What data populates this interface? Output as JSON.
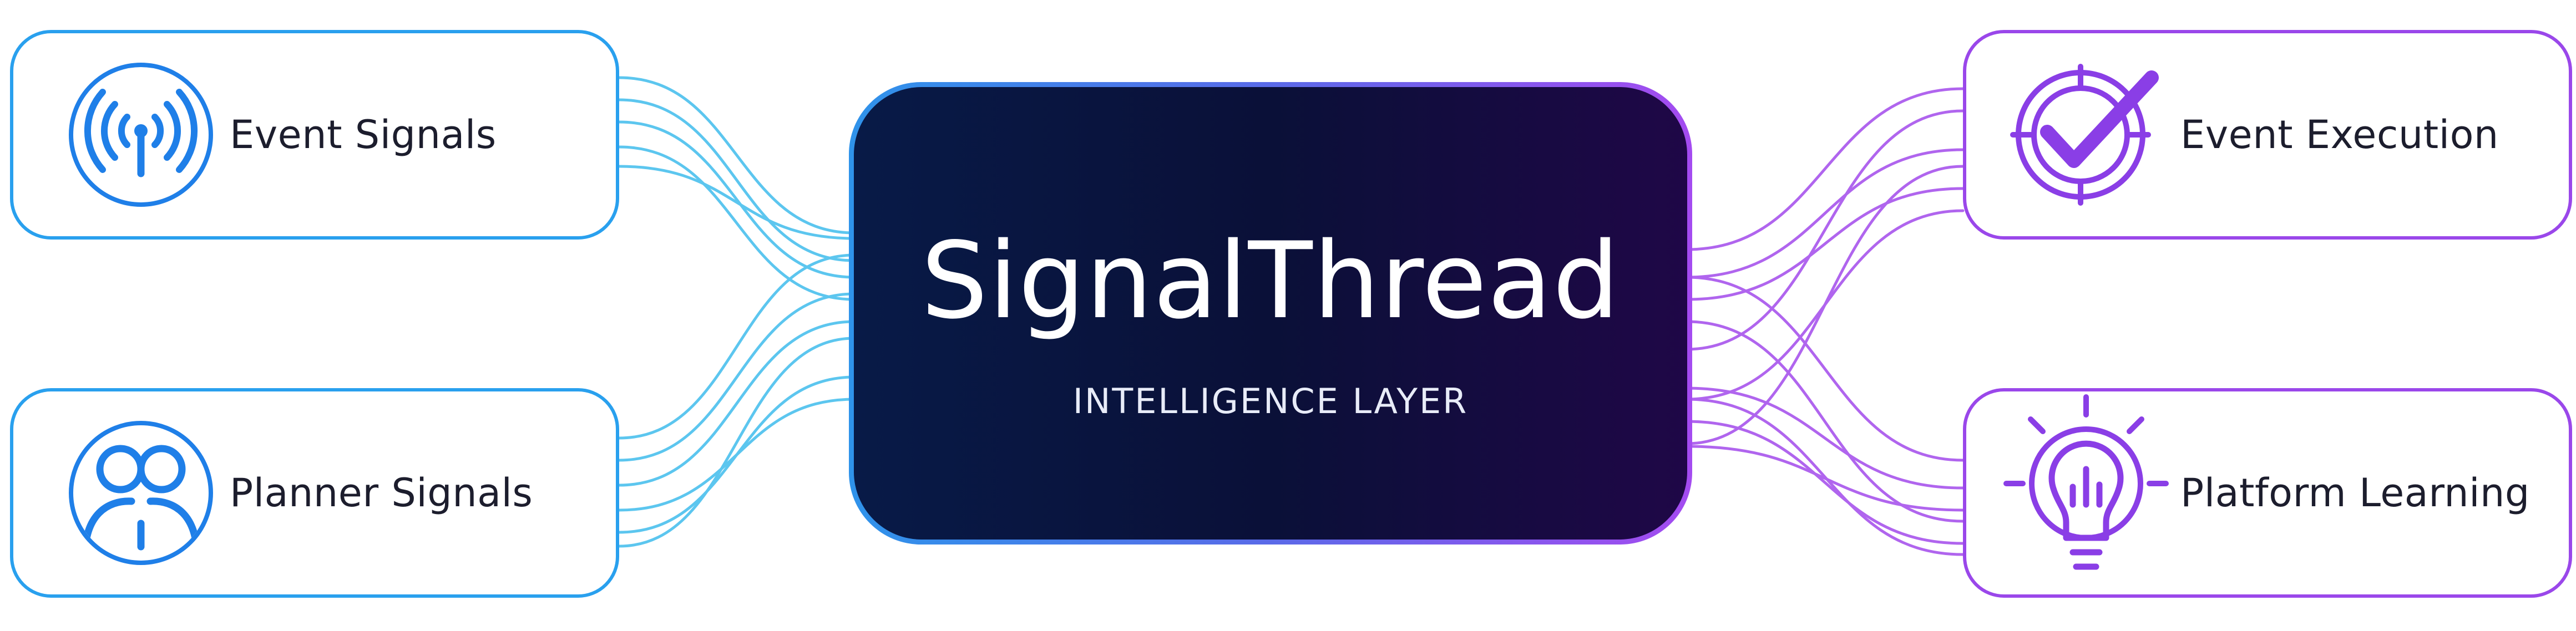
{
  "core": {
    "title": "SignalThread",
    "subtitle": "INTELLIGENCE LAYER"
  },
  "inputs": [
    {
      "label": "Event Signals",
      "icon": "broadcast-signal-icon"
    },
    {
      "label": "Planner Signals",
      "icon": "people-group-icon"
    }
  ],
  "outputs": [
    {
      "label": "Event Execution",
      "icon": "target-check-icon"
    },
    {
      "label": "Platform Learning",
      "icon": "lightbulb-icon"
    }
  ],
  "colors": {
    "input_accent": "#29a0ee",
    "input_icon": "#1f7fe8",
    "input_connector": "#5cc6ef",
    "output_accent": "#9a47ea",
    "output_icon": "#8a3ee6",
    "output_connector": "#b065ee",
    "core_background": "#0a1038",
    "text": "#1c1d2d"
  }
}
